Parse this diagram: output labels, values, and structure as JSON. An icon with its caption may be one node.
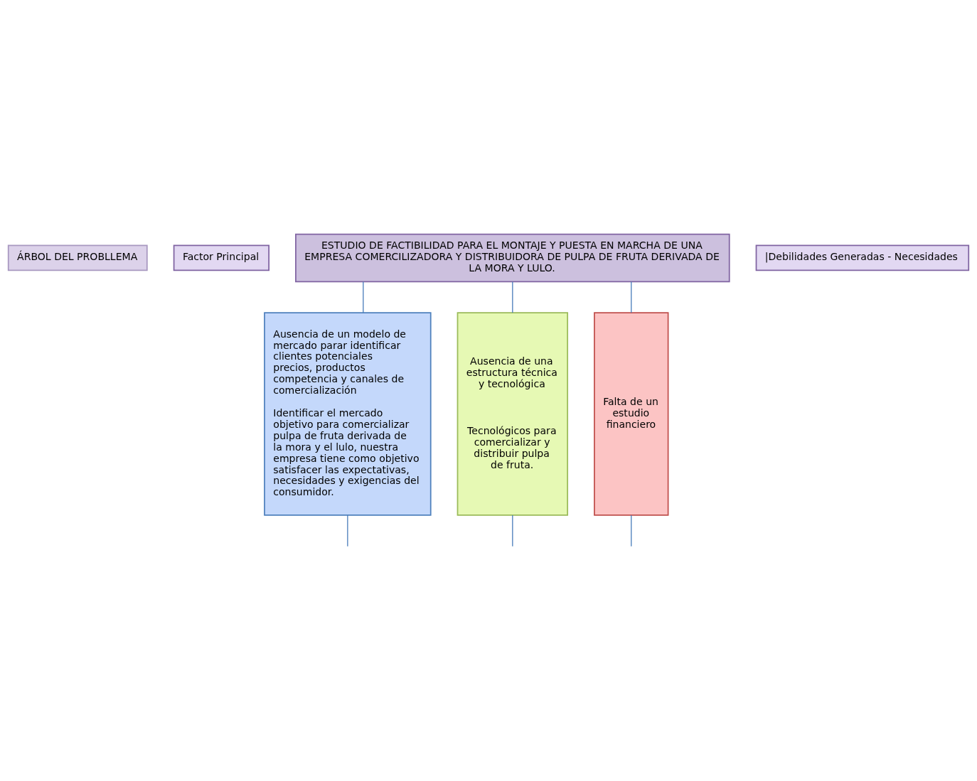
{
  "diagram": {
    "nodes": [
      {
        "text": [
          "ÁRBOL DEL PROBLLEMA"
        ]
      },
      {
        "text": [
          "Factor Principal"
        ]
      },
      {
        "text": [
          "ESTUDIO DE FACTIBILIDAD PARA EL MONTAJE Y PUESTA EN MARCHA DE UNA EMPRESA COMERCILIZADORA Y DISTRIBUIDORA DE PULPA DE FRUTA DERIVADA DE LA MORA Y LULO."
        ]
      },
      {
        "text": [
          "|Debilidades Generadas - Necesidades"
        ]
      },
      {
        "text": [
          "Ausencia de un modelo de mercado parar identificar clientes potenciales precios, productos competencia y canales de comercialización",
          "Identificar el mercado objetivo para comercializar pulpa de fruta derivada de la mora y el lulo, nuestra empresa tiene como objetivo satisfacer las expectativas, necesidades y exigencias del consumidor."
        ]
      },
      {
        "text": [
          "Ausencia de una estructura técnica y tecnológica",
          "Tecnológicos para comercializar y distribuir pulpa de fruta."
        ]
      },
      {
        "text": [
          "Falta de un estudio financiero"
        ]
      }
    ],
    "edges": [
      {
        "from": 2,
        "to": 4,
        "arrow": "none"
      },
      {
        "from": 2,
        "to": 5,
        "arrow": "none"
      },
      {
        "from": 2,
        "to": 6,
        "arrow": "none"
      },
      {
        "from": 4,
        "to": null,
        "arrow": "none"
      },
      {
        "from": 5,
        "to": null,
        "arrow": "none"
      },
      {
        "from": 6,
        "to": null,
        "arrow": "none"
      }
    ]
  }
}
